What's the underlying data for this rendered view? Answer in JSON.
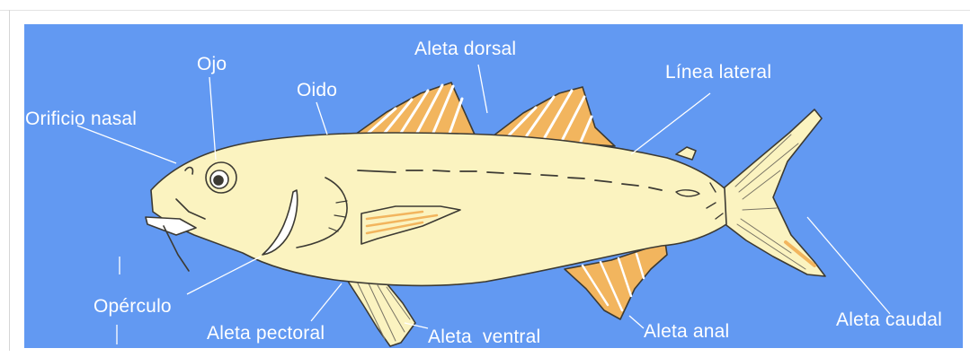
{
  "labels": {
    "ojo": "Ojo",
    "orificio_nasal": "Orificio nasal",
    "oido": "Oido",
    "aleta_dorsal": "Aleta dorsal",
    "linea_lateral": "Línea lateral",
    "operculo": "Opérculo",
    "aleta_pectoral": "Aleta pectoral",
    "aleta_ventral": "Aleta  ventral",
    "aleta_anal": "Aleta anal",
    "aleta_caudal": "Aleta caudal"
  },
  "colors": {
    "background": "#6299f2",
    "body": "#fbf3c0",
    "fin": "#f2b55e",
    "outline": "#3c3a33",
    "label": "#ffffff"
  }
}
